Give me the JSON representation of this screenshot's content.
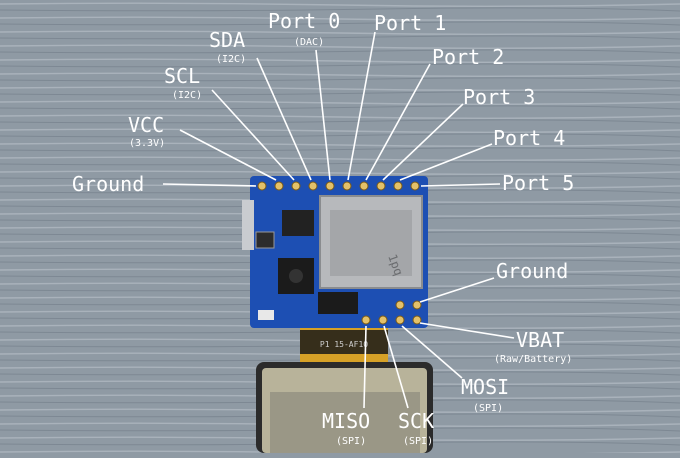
{
  "pin_labels": {
    "ground_top": {
      "name": "Ground",
      "sub": ""
    },
    "vcc": {
      "name": "VCC",
      "sub": "(3.3V)"
    },
    "scl": {
      "name": "SCL",
      "sub": "(I2C)"
    },
    "sda": {
      "name": "SDA",
      "sub": "(I2C)"
    },
    "port0": {
      "name": "Port 0",
      "sub": "(DAC)"
    },
    "port1": {
      "name": "Port 1",
      "sub": ""
    },
    "port2": {
      "name": "Port 2",
      "sub": ""
    },
    "port3": {
      "name": "Port 3",
      "sub": ""
    },
    "port4": {
      "name": "Port 4",
      "sub": ""
    },
    "port5": {
      "name": "Port 5",
      "sub": ""
    },
    "ground_bottom": {
      "name": "Ground",
      "sub": ""
    },
    "vbat": {
      "name": "VBAT",
      "sub": "(Raw/Battery)"
    },
    "mosi": {
      "name": "MOSI",
      "sub": "(SPI)"
    },
    "sck": {
      "name": "SCK",
      "sub": "(SPI)"
    },
    "miso": {
      "name": "MISO",
      "sub": "(SPI)"
    }
  },
  "board_markings": {
    "flex_cable_text": "P1 15-AF10",
    "card_slot_text": "1pq"
  },
  "colors": {
    "background": "#8f9aa4",
    "board": "#1d4fb3",
    "label": "#ffffff",
    "display_frame": "#b8b39a"
  }
}
